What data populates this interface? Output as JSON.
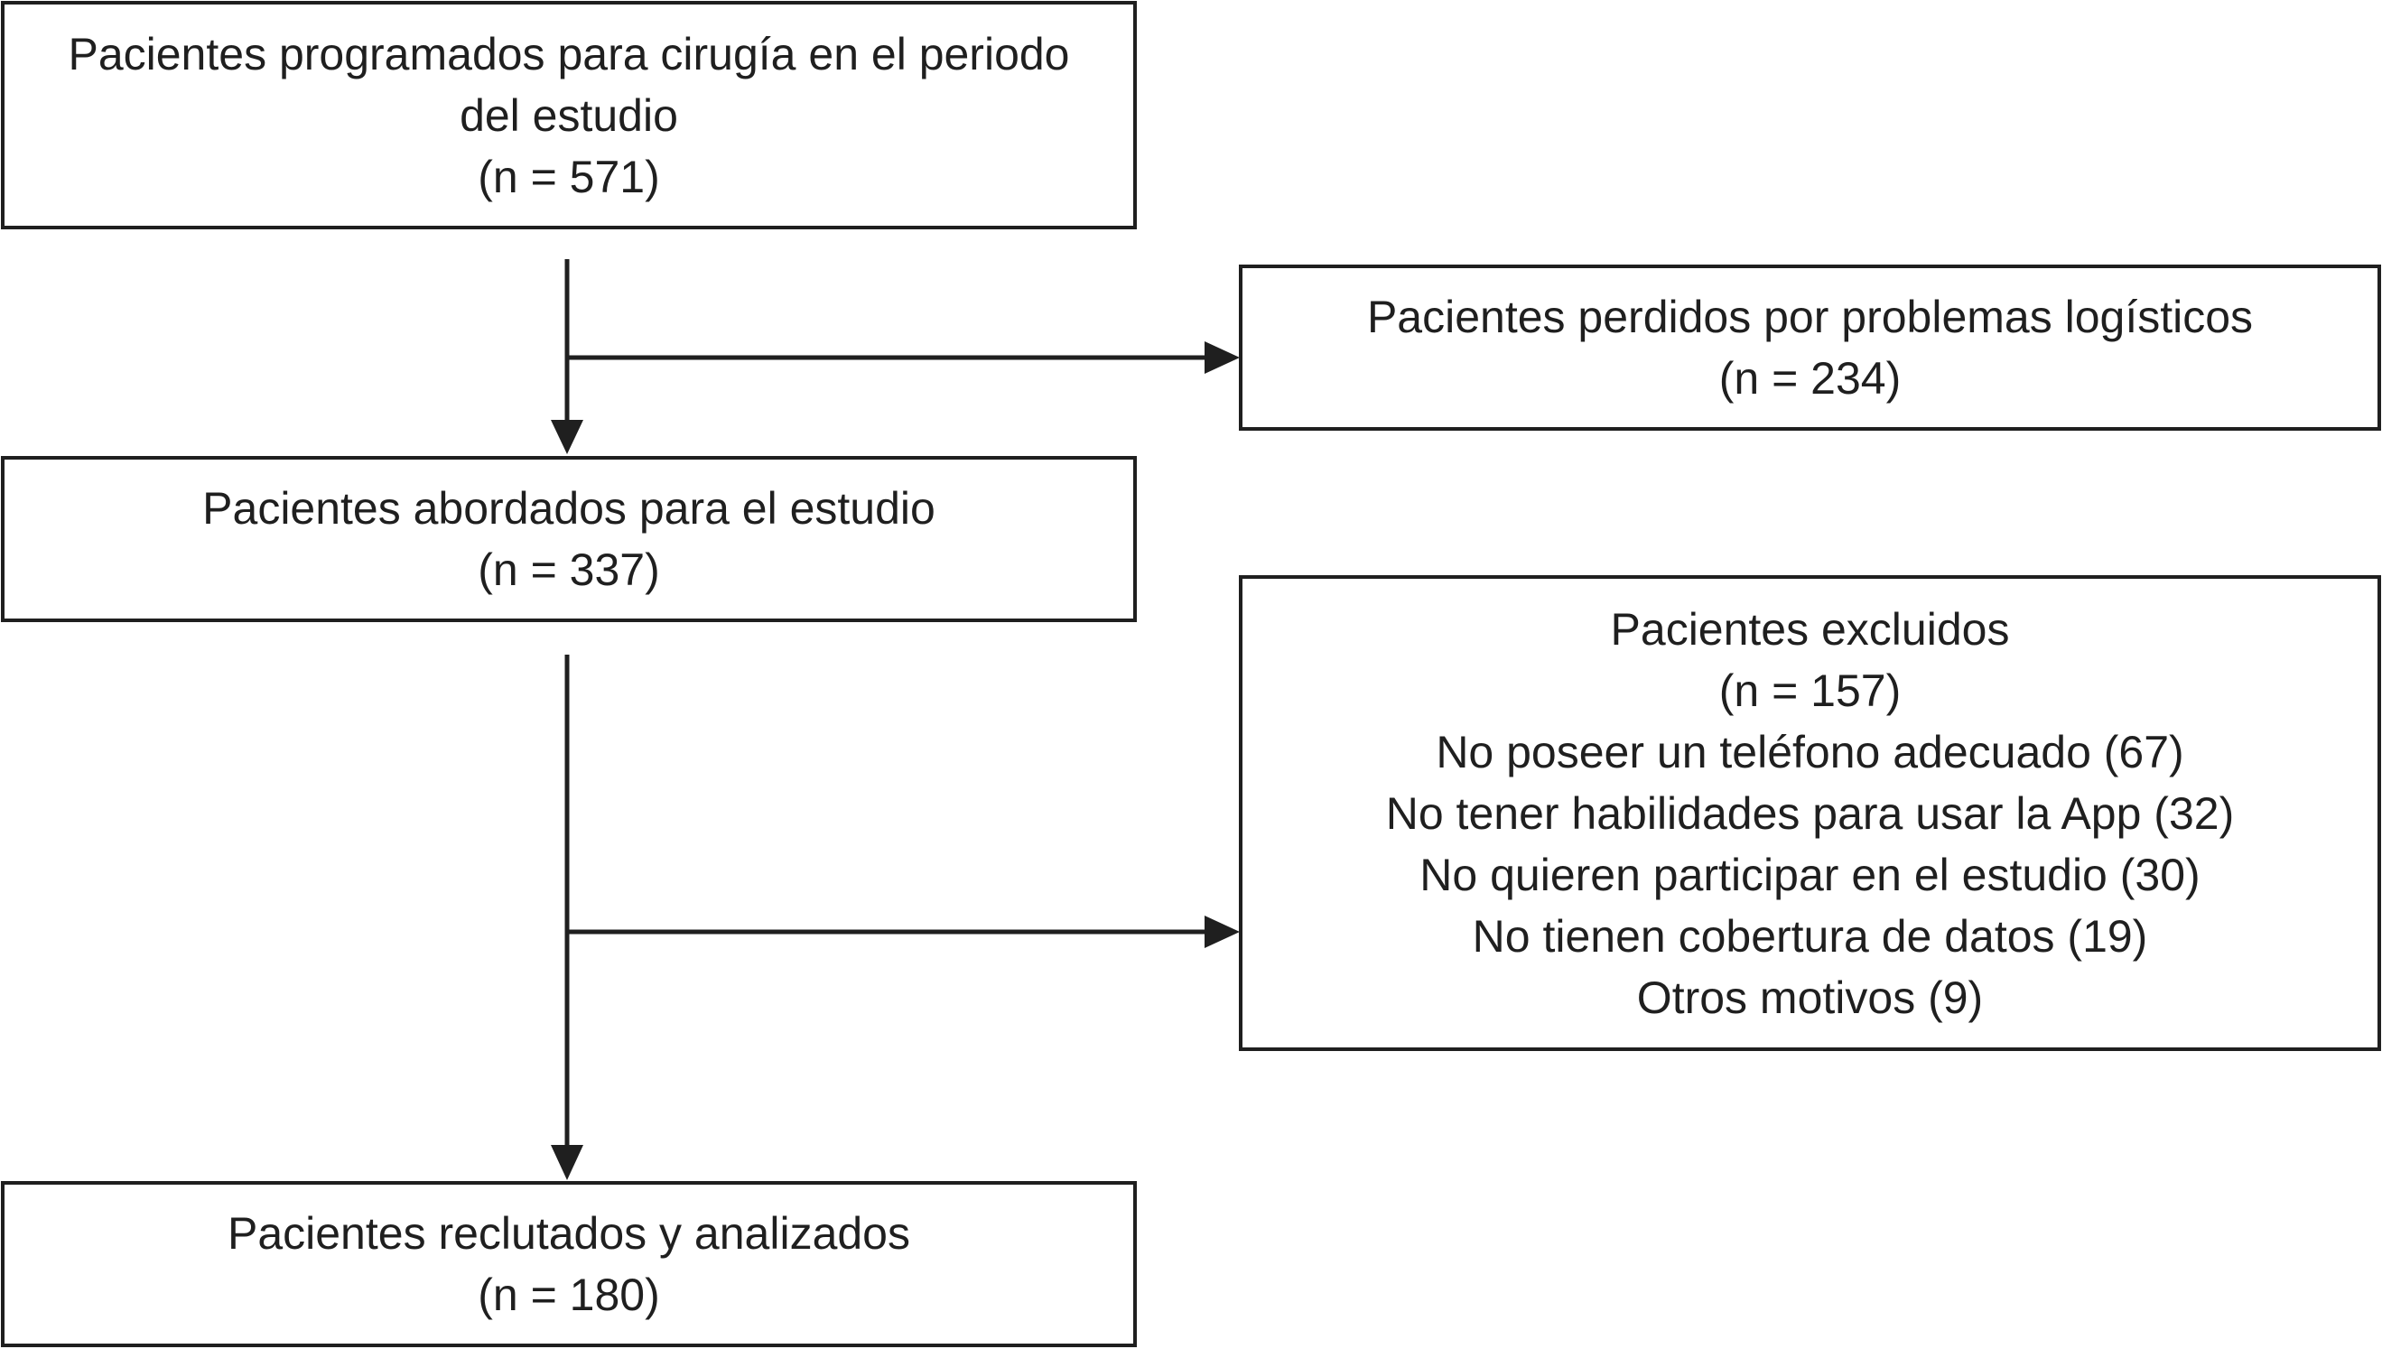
{
  "flowchart": {
    "programados": {
      "line1": "Pacientes programados para cirugía en el periodo",
      "line2": "del estudio",
      "count": "(n = 571)"
    },
    "perdidos": {
      "label": "Pacientes perdidos por problemas logísticos",
      "count": "(n = 234)"
    },
    "abordados": {
      "label": "Pacientes abordados para el estudio",
      "count": "(n = 337)"
    },
    "excluidos": {
      "label": "Pacientes excluidos",
      "count": "(n = 157)",
      "reasons": [
        "No poseer un teléfono adecuado (67)",
        "No tener habilidades para usar la App (32)",
        "No quieren participar en el estudio (30)",
        "No tienen cobertura de datos (19)",
        "Otros motivos (9)"
      ]
    },
    "reclutados": {
      "label": "Pacientes reclutados y analizados",
      "count": "(n = 180)"
    }
  }
}
